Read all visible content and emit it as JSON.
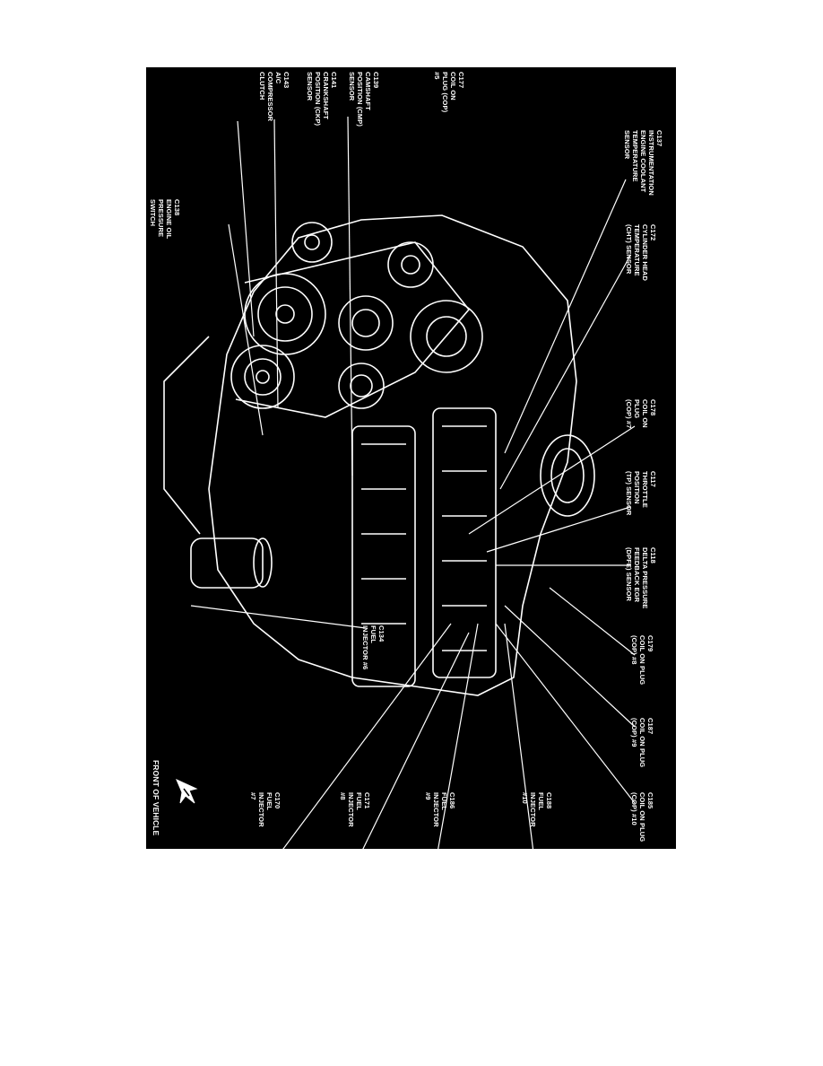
{
  "diagram": {
    "labels": [
      {
        "id": "c143",
        "lines": [
          "C143",
          "A/C",
          "COMPRESSOR",
          "CLUTCH"
        ]
      },
      {
        "id": "c141",
        "lines": [
          "C141",
          "CRANKSHAFT",
          "POSITION (CKP)",
          "SENSOR"
        ]
      },
      {
        "id": "c139",
        "lines": [
          "C139",
          "CAMSHAFT",
          "POSITION (CMP)",
          "SENSOR"
        ]
      },
      {
        "id": "c177",
        "lines": [
          "C177",
          "COIL ON",
          "PLUG (COP)",
          "#5"
        ]
      },
      {
        "id": "c137",
        "lines": [
          "C137",
          "INSTRUMENTATION",
          "ENGINE COOLANT",
          "TEMPERATURE",
          "SENSOR"
        ]
      },
      {
        "id": "c172",
        "lines": [
          "C172",
          "CYLINDER HEAD",
          "TEMPERATURE",
          "(CHT) SENSOR"
        ]
      },
      {
        "id": "c138",
        "lines": [
          "C138",
          "ENGINE OIL",
          "PRESSURE",
          "SWITCH"
        ]
      },
      {
        "id": "c178",
        "lines": [
          "C178",
          "COIL ON",
          "PLUG",
          "(COP) #7"
        ]
      },
      {
        "id": "c117",
        "lines": [
          "C117",
          "THROTTLE",
          "POSITION",
          "(TP) SENSOR"
        ]
      },
      {
        "id": "c118",
        "lines": [
          "C118",
          "DELTA PRESSURE",
          "FEEDBACK EGR",
          "(DPFE) SENSOR"
        ]
      },
      {
        "id": "c134",
        "lines": [
          "C134",
          "FUEL",
          "INJECTOR #6"
        ]
      },
      {
        "id": "c179",
        "lines": [
          "C179",
          "COIL ON PLUG",
          "(COP) #8"
        ]
      },
      {
        "id": "c187",
        "lines": [
          "C187",
          "COIL ON PLUG",
          "(COP) #9"
        ]
      },
      {
        "id": "c185",
        "lines": [
          "C185",
          "COIL ON PLUG",
          "(COP) #10"
        ]
      },
      {
        "id": "c188",
        "lines": [
          "C188",
          "FUEL",
          "INJECTOR",
          "#10"
        ]
      },
      {
        "id": "c186",
        "lines": [
          "C186",
          "FUEL",
          "INJECTOR",
          "#9"
        ]
      },
      {
        "id": "c171",
        "lines": [
          "C171",
          "FUEL",
          "INJECTOR",
          "#8"
        ]
      },
      {
        "id": "c170",
        "lines": [
          "C170",
          "FUEL",
          "INJECTOR",
          "#7"
        ]
      }
    ],
    "front_label": "FRONT OF VEHICLE",
    "front_icon": "arrow-icon",
    "background": "#000000",
    "line_color": "#ffffff"
  }
}
